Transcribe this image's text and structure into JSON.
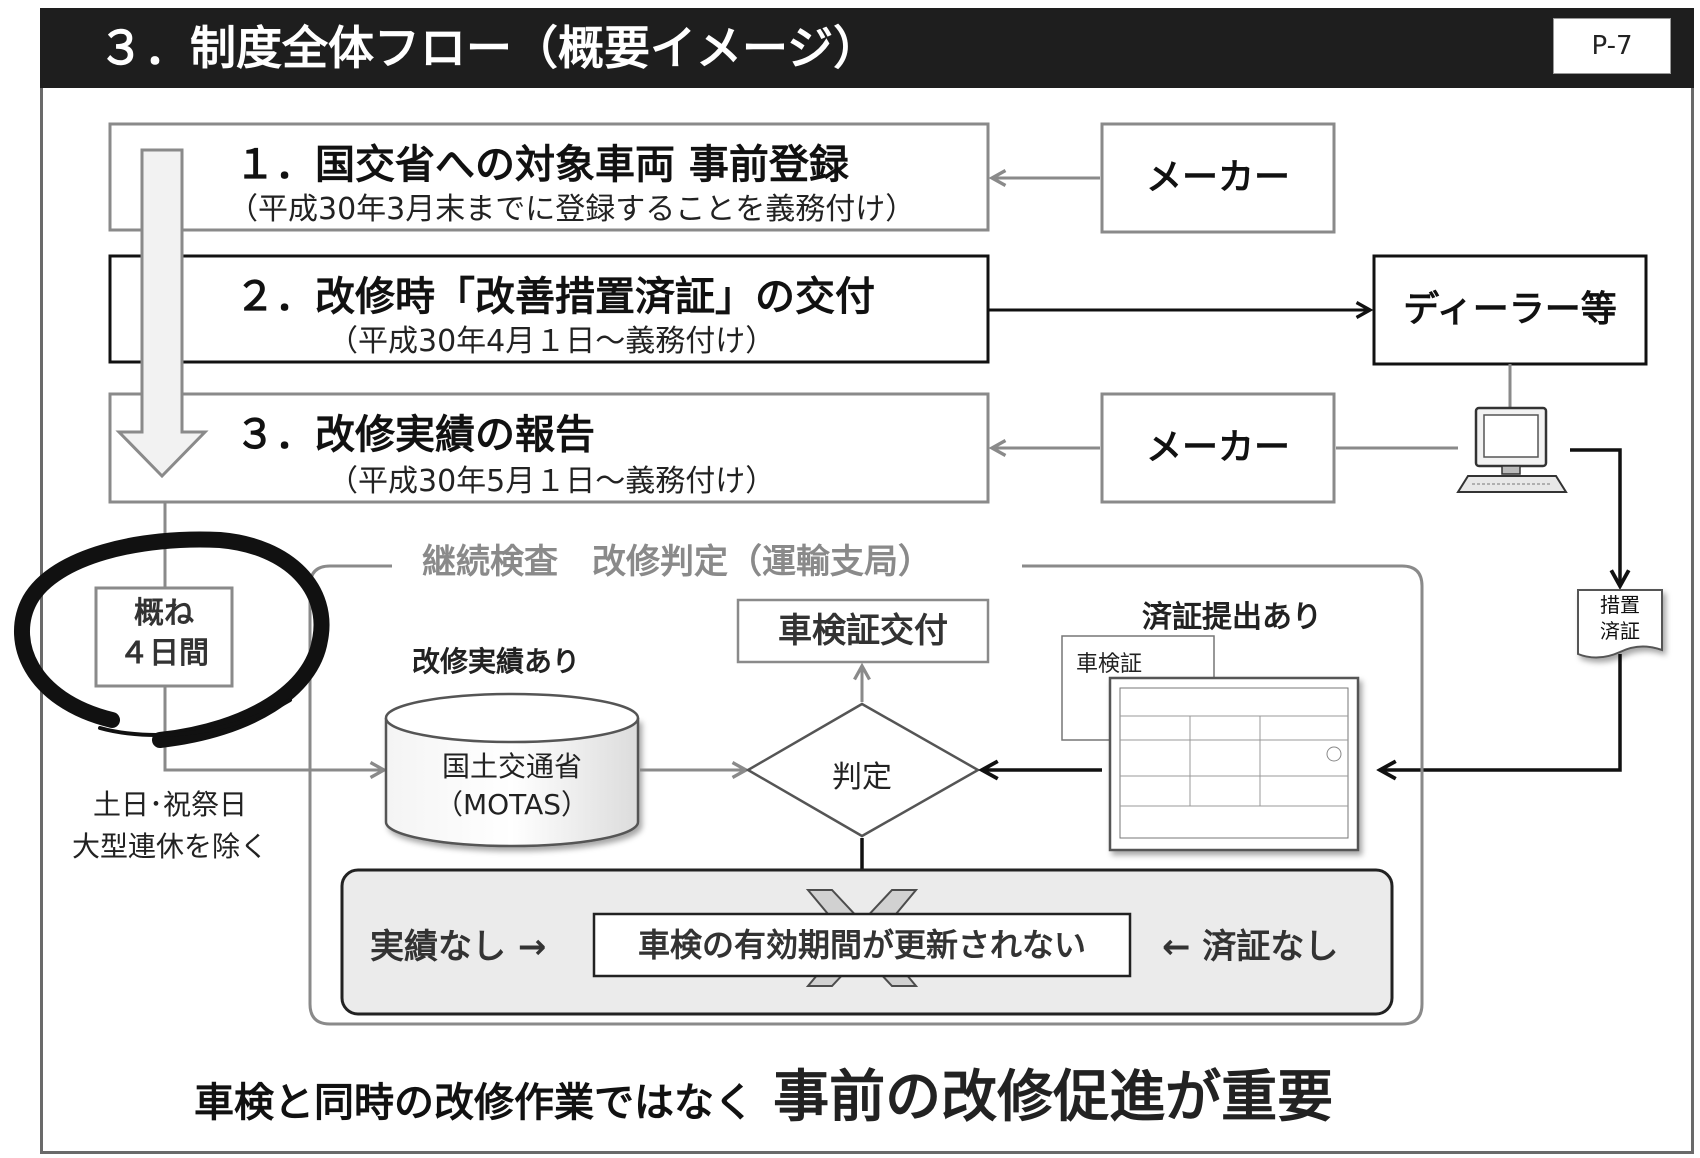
{
  "header": {
    "title": "３．制度全体フロー（概要イメージ）",
    "page_no": "P-7"
  },
  "steps": [
    {
      "title": "１．国交省への対象車両 事前登録",
      "sub": "（平成30年3月末までに登録することを義務付け）"
    },
    {
      "title": "２．改修時「改善措置済証」の交付",
      "sub": "（平成30年4月１日～義務付け）"
    },
    {
      "title": "３．改修実績の報告",
      "sub": "（平成30年5月１日～義務付け）"
    }
  ],
  "actors": {
    "maker_top": "メーカー",
    "dealer": "ディーラー等",
    "maker_mid": "メーカー"
  },
  "doc_small": {
    "line1": "措置",
    "line2": "済証"
  },
  "inspection": {
    "title": "継続検査　改修判定（運輸支局）",
    "days_line1": "概ね",
    "days_line2": "４日間",
    "excl_line1": "土日･祝祭日",
    "excl_line2": "大型連休を除く",
    "has_record": "改修実績あり",
    "db_line1": "国土交通省",
    "db_line2": "（MOTAS）",
    "judge": "判定",
    "issue": "車検証交付",
    "cert_submitted": "済証提出あり",
    "doc_label": "車検証"
  },
  "outcome": {
    "left": "実績なし →",
    "center": "車検の有効期間が更新されない",
    "right": "← 済証なし"
  },
  "footer": {
    "normal": "車検と同時の改修作業ではなく",
    "emph": "事前の改修促進が重要"
  }
}
